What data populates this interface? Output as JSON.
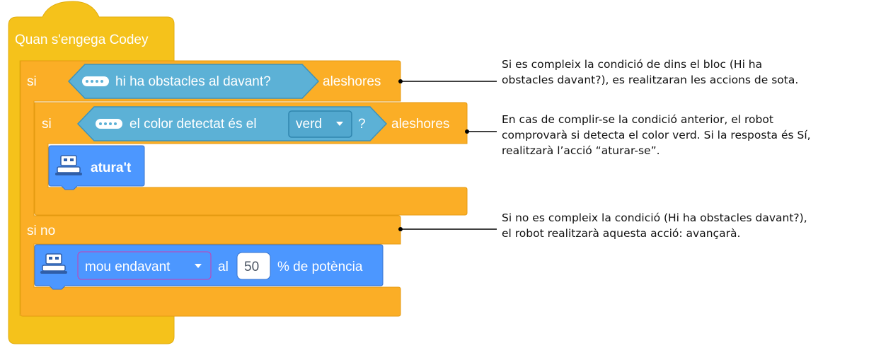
{
  "blocks": {
    "hat_label": "Quan s'engega Codey",
    "outer_if": {
      "keyword": "si",
      "condition": "hi ha obstacles al davant?",
      "then": "aleshores",
      "else_keyword": "si no"
    },
    "inner_if": {
      "keyword": "si",
      "condition": "el color detectat és el",
      "color_value": "verd",
      "question_mark": "?",
      "then": "aleshores"
    },
    "stop_block": {
      "label": "atura't"
    },
    "move_block": {
      "direction": "mou endavant",
      "at": "al",
      "power": "50",
      "suffix": "% de potència"
    }
  },
  "annotations": [
    {
      "text": "Si es compleix la condició de dins el bloc (Hi ha\nobstacles davant?), es realitzaran les accions de sota."
    },
    {
      "text": "En cas de complir-se la condició anterior, el robot\ncomprovarà si detecta el color verd. Si la resposta és Sí,\nrealitzarà l’acció “aturar-se”."
    },
    {
      "text": "Si no es compleix la condició (Hi ha obstacles davant?),\nel robot realitzarà aquesta acció: avançarà."
    }
  ],
  "colors": {
    "events": "#F5C21B",
    "control": "#FBAE26",
    "control_border": "#E49A10",
    "sensing": "#5CB1D6",
    "sensing_border": "#3E93BA",
    "motion": "#4C97FF",
    "motion_border": "#3773CC"
  },
  "icons": [
    "sensor-icon",
    "robot-icon",
    "dropdown-arrow-icon"
  ]
}
